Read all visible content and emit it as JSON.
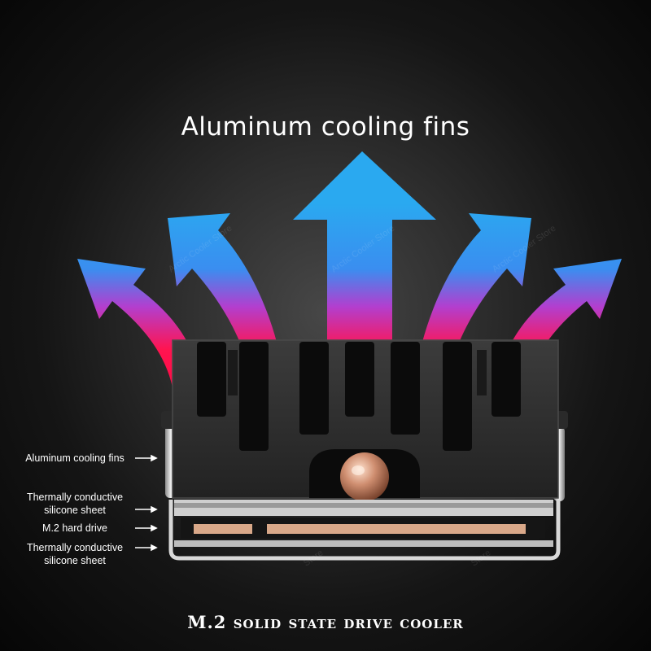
{
  "heading": "Aluminum cooling fins",
  "footer": "M.2 solid state drive cooler",
  "labels": {
    "fins": "Aluminum cooling fins",
    "sheet_top_line1": "Thermally conductive",
    "sheet_top_line2": "silicone sheet",
    "drive": "M.2 hard drive",
    "sheet_bottom_line1": "Thermally conductive",
    "sheet_bottom_line2": "silicone sheet"
  },
  "watermark": "Arctic Cooler Store",
  "watermark_short": "Store",
  "colors": {
    "arrow_top": "#2aa9f0",
    "arrow_mid": "#a23fd0",
    "arrow_bottom": "#ff0a4a",
    "heatsink": "#303030",
    "copper": "#c8876a"
  }
}
